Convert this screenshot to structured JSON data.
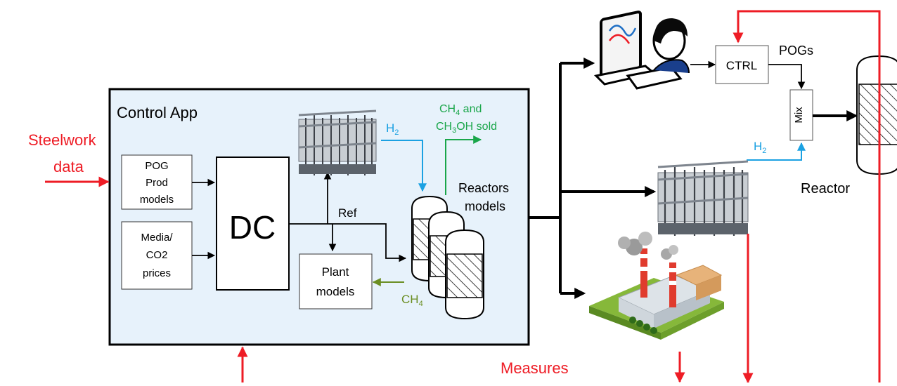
{
  "colors": {
    "red": "#ee1c25",
    "green": "#1aa64a",
    "olive": "#6b8e23",
    "cyan": "#1ba1e2",
    "panel": "#e7f2fb",
    "black": "#000000"
  },
  "labels": {
    "steelwork_line1": "Steelwork",
    "steelwork_line2": "data",
    "control_app": "Control App",
    "pog_line1": "POG",
    "pog_line2": "Prod",
    "pog_line3": "models",
    "media_line1": "Media/",
    "media_line2": "CO2",
    "media_line3": "prices",
    "dc": "DC",
    "ref": "Ref",
    "plant_line1": "Plant",
    "plant_line2": "models",
    "ch4_feed_base": "CH",
    "ch4_feed_sub": "4",
    "h2_left_base": "H",
    "h2_left_sub": "2",
    "sold_line1_base": "CH",
    "sold_line1_sub": "4",
    "sold_line1_rest": " and",
    "sold_line2_a": "CH",
    "sold_line2_sub": "3",
    "sold_line2_b": "OH sold",
    "reactors_line1": "Reactors",
    "reactors_line2": "models",
    "ctrl": "CTRL",
    "pogs": "POGs",
    "mix": "Mix",
    "h2_right_base": "H",
    "h2_right_sub": "2",
    "reactor": "Reactor",
    "measures": "Measures"
  },
  "icons": [
    "operator-workstation-icon",
    "plant-pipework-icon",
    "industrial-factory-icon",
    "reactor-vessel-icon"
  ]
}
